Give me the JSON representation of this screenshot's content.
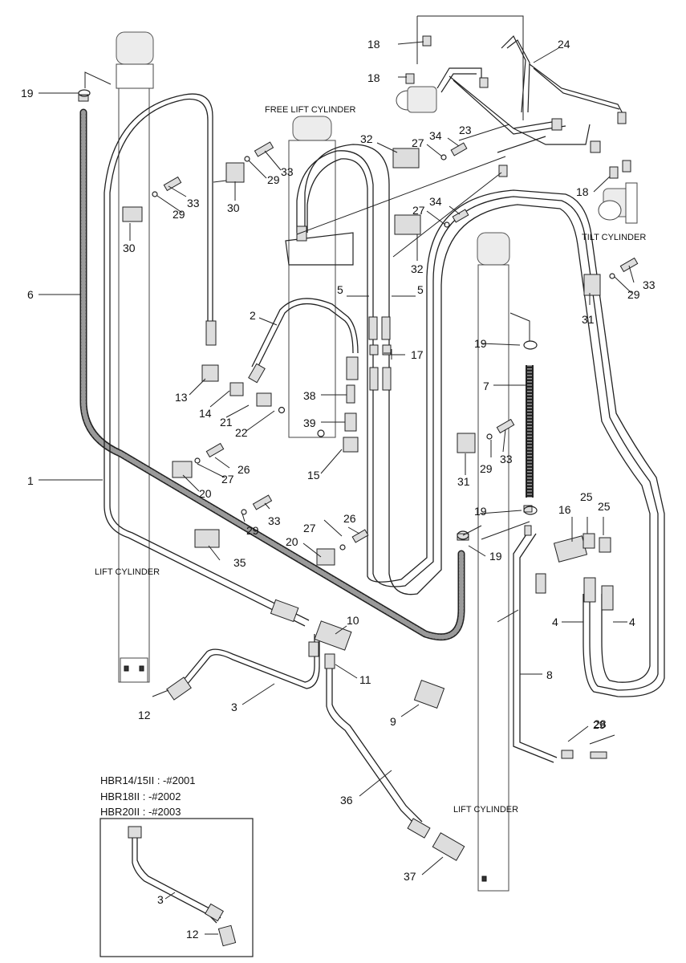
{
  "captions": {
    "free_lift": "FREE LIFT CYLINDER",
    "tilt": "TILT CYLINDER",
    "lift_left": "LIFT CYLINDER",
    "lift_right": "LIFT CYLINDER"
  },
  "legend": {
    "line1": "HBR14/15II  : -#2001",
    "line2": "HBR18II      : -#2002",
    "line3": "HBR20II      : -#2003"
  },
  "inset": {
    "part_a": "3",
    "part_b": "12"
  },
  "callouts": [
    {
      "id": "c1",
      "text": "1"
    },
    {
      "id": "c2",
      "text": "2"
    },
    {
      "id": "c3",
      "text": "3"
    },
    {
      "id": "c4a",
      "text": "4"
    },
    {
      "id": "c4b",
      "text": "4"
    },
    {
      "id": "c5a",
      "text": "5"
    },
    {
      "id": "c5b",
      "text": "5"
    },
    {
      "id": "c6",
      "text": "6"
    },
    {
      "id": "c7",
      "text": "7"
    },
    {
      "id": "c8",
      "text": "8"
    },
    {
      "id": "c9",
      "text": "9"
    },
    {
      "id": "c10",
      "text": "10"
    },
    {
      "id": "c11",
      "text": "11"
    },
    {
      "id": "c12",
      "text": "12"
    },
    {
      "id": "c13",
      "text": "13"
    },
    {
      "id": "c14",
      "text": "14"
    },
    {
      "id": "c15",
      "text": "15"
    },
    {
      "id": "c16",
      "text": "16"
    },
    {
      "id": "c17",
      "text": "17"
    },
    {
      "id": "c18a",
      "text": "18"
    },
    {
      "id": "c18b",
      "text": "18"
    },
    {
      "id": "c18c",
      "text": "18"
    },
    {
      "id": "c19a",
      "text": "19"
    },
    {
      "id": "c19b",
      "text": "19"
    },
    {
      "id": "c19c",
      "text": "19"
    },
    {
      "id": "c19d",
      "text": "19"
    },
    {
      "id": "c20a",
      "text": "20"
    },
    {
      "id": "c20b",
      "text": "20"
    },
    {
      "id": "c21",
      "text": "21"
    },
    {
      "id": "c22",
      "text": "22"
    },
    {
      "id": "c23",
      "text": "23"
    },
    {
      "id": "c24",
      "text": "24"
    },
    {
      "id": "c25a",
      "text": "25"
    },
    {
      "id": "c25b",
      "text": "25"
    },
    {
      "id": "c26a",
      "text": "26"
    },
    {
      "id": "c26b",
      "text": "26"
    },
    {
      "id": "c27a",
      "text": "27"
    },
    {
      "id": "c27b",
      "text": "27"
    },
    {
      "id": "c27c",
      "text": "27"
    },
    {
      "id": "c27d",
      "text": "27"
    },
    {
      "id": "c28",
      "text": "28"
    },
    {
      "id": "c29a",
      "text": "29"
    },
    {
      "id": "c29b",
      "text": "29"
    },
    {
      "id": "c29c",
      "text": "29"
    },
    {
      "id": "c29d",
      "text": "29"
    },
    {
      "id": "c29e",
      "text": "29"
    },
    {
      "id": "c29f",
      "text": "29"
    },
    {
      "id": "c30a",
      "text": "30"
    },
    {
      "id": "c30b",
      "text": "30"
    },
    {
      "id": "c31a",
      "text": "31"
    },
    {
      "id": "c31b",
      "text": "31"
    },
    {
      "id": "c32a",
      "text": "32"
    },
    {
      "id": "c32b",
      "text": "32"
    },
    {
      "id": "c33a",
      "text": "33"
    },
    {
      "id": "c33b",
      "text": "33"
    },
    {
      "id": "c33c",
      "text": "33"
    },
    {
      "id": "c33d",
      "text": "33"
    },
    {
      "id": "c33e",
      "text": "33"
    },
    {
      "id": "c34a",
      "text": "34"
    },
    {
      "id": "c34b",
      "text": "34"
    },
    {
      "id": "c35",
      "text": "35"
    },
    {
      "id": "c36",
      "text": "36"
    },
    {
      "id": "c37",
      "text": "37"
    },
    {
      "id": "c38",
      "text": "38"
    },
    {
      "id": "c39",
      "text": "39"
    }
  ]
}
